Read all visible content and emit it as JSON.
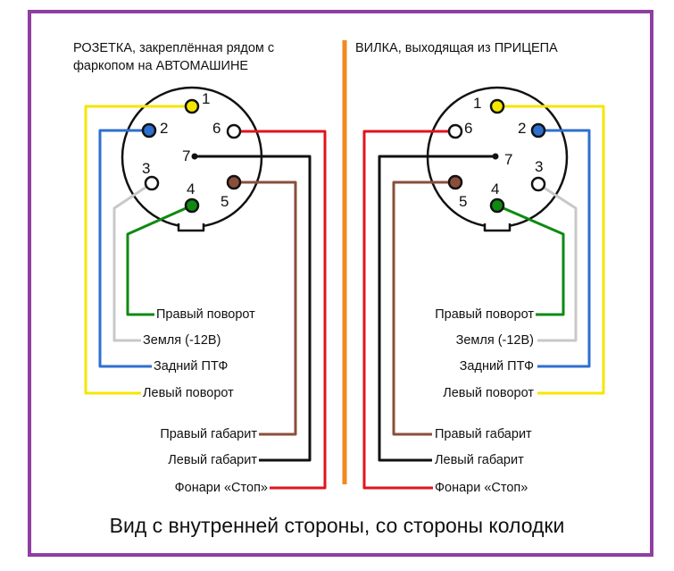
{
  "colors": {
    "frame": "#8e3fa1",
    "divider": "#f08a1e",
    "yellow": "#f5e600",
    "blue": "#2e6fd0",
    "white_grey": "#c8c8c8",
    "green": "#0f8a12",
    "brown": "#8a4f3b",
    "black": "#111111",
    "red": "#e0141c"
  },
  "left": {
    "title": "РОЗЕТКА, закреплённая рядом с\nфаркопом на АВТОМАШИНЕ",
    "pins": [
      "1",
      "2",
      "3",
      "4",
      "5",
      "6",
      "7"
    ],
    "labels": {
      "green": "Правый поворот",
      "grey": "Земля (-12В)",
      "blue": "Задний ПТФ",
      "yellow": "Левый поворот",
      "brown": "Правый габарит",
      "black": "Левый габарит",
      "red": "Фонари «Стоп»"
    }
  },
  "right": {
    "title": "ВИЛКА, выходящая из ПРИЦЕПА",
    "pins": [
      "1",
      "2",
      "3",
      "4",
      "5",
      "6",
      "7"
    ],
    "labels": {
      "green": "Правый поворот",
      "grey": "Земля (-12В)",
      "blue": "Задний ПТФ",
      "yellow": "Левый поворот",
      "brown": "Правый габарит",
      "black": "Левый габарит",
      "red": "Фонари «Стоп»"
    }
  },
  "caption": "Вид с внутренней стороны, со стороны колодки"
}
